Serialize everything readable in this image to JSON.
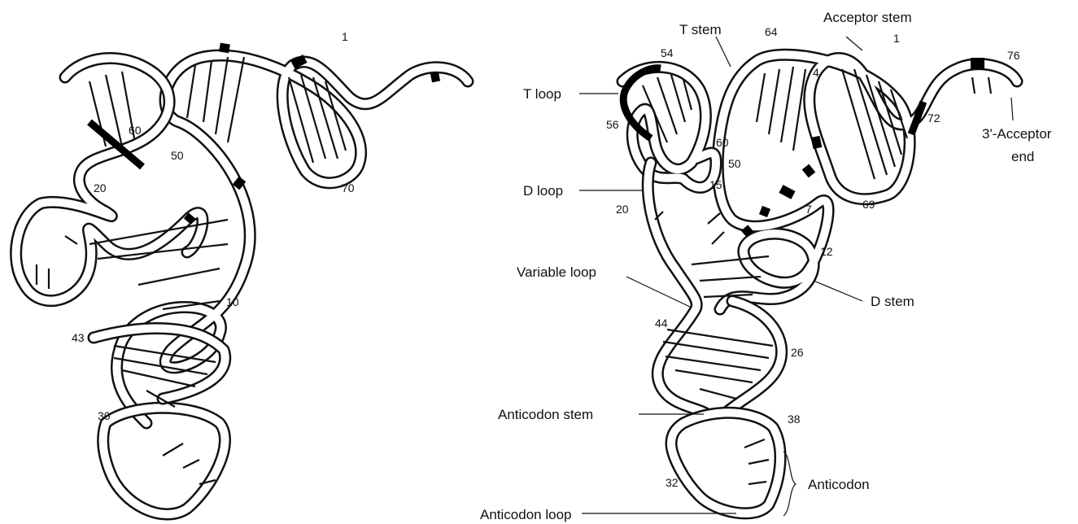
{
  "left_panel": {
    "numbers": [
      "1",
      "60",
      "50",
      "20",
      "70",
      "10",
      "43",
      "30"
    ]
  },
  "right_panel": {
    "labels": {
      "t_stem": "T stem",
      "acceptor_stem": "Acceptor stem",
      "t_loop": "T loop",
      "d_loop": "D loop",
      "variable_loop": "Variable loop",
      "d_stem": "D stem",
      "anticodon_stem": "Anticodon stem",
      "anticodon": "Anticodon",
      "anticodon_loop": "Anticodon loop",
      "acceptor_end_line1": "3'-Acceptor",
      "acceptor_end_line2": "end"
    },
    "numbers": [
      "54",
      "64",
      "1",
      "76",
      "4",
      "72",
      "56",
      "60",
      "50",
      "15",
      "20",
      "69",
      "7",
      "12",
      "44",
      "26",
      "38",
      "32"
    ]
  }
}
